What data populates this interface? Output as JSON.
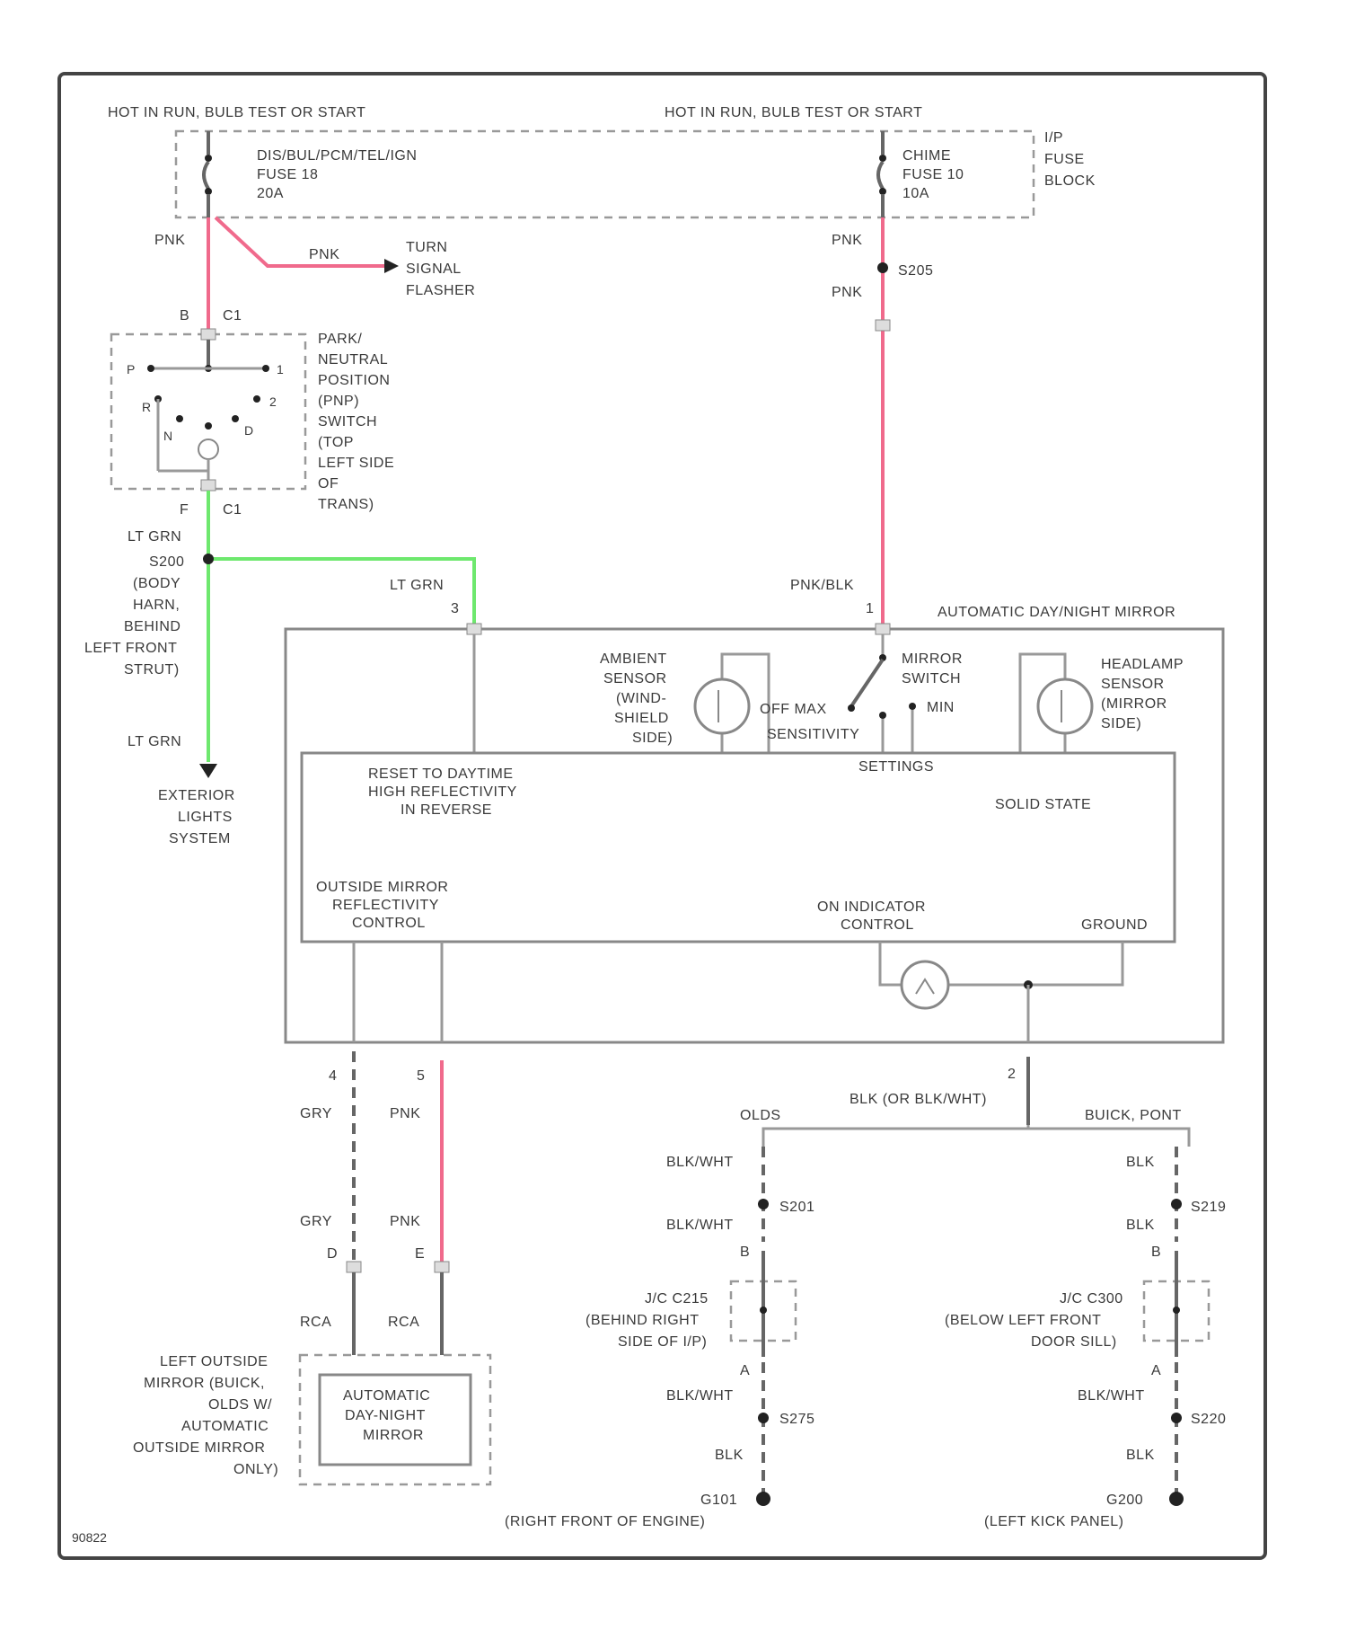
{
  "fuse_block": {
    "hot_left": "HOT IN RUN, BULB TEST OR START",
    "hot_right": "HOT IN RUN, BULB TEST OR START",
    "fuse_left": [
      "DIS/BUL/PCM/TEL/IGN",
      "FUSE 18",
      "20A"
    ],
    "fuse_right": [
      "CHIME",
      "FUSE 10",
      "10A"
    ],
    "block_name": [
      "I/P",
      "FUSE",
      "BLOCK"
    ]
  },
  "wires": {
    "pnk": "PNK",
    "pnk_blk": "PNK/BLK",
    "lt_grn": "LT GRN",
    "gry": "GRY",
    "rca": "RCA",
    "blk": "BLK",
    "blk_wht": "BLK/WHT",
    "blk_or_blkwht": "BLK (OR BLK/WHT)"
  },
  "turn_flasher": [
    "TURN",
    "SIGNAL",
    "FLASHER"
  ],
  "splices": {
    "s205": "S205",
    "s200": [
      "S200",
      "(BODY",
      "HARN,",
      "BEHIND",
      "LEFT FRONT",
      "STRUT)"
    ],
    "s201": "S201",
    "s275": "S275",
    "s219": "S219",
    "s220": "S220"
  },
  "pnp_switch": {
    "name": [
      "PARK/",
      "NEUTRAL",
      "POSITION",
      "(PNP)",
      "SWITCH",
      "(TOP",
      "LEFT SIDE",
      "OF",
      "TRANS)"
    ],
    "conn_top": "B",
    "conn_bottom": "F",
    "conn_id": "C1",
    "positions": [
      "P",
      "R",
      "N",
      "D",
      "2",
      "1"
    ]
  },
  "exterior_lights": [
    "EXTERIOR",
    "LIGHTS",
    "SYSTEM"
  ],
  "mirror": {
    "title": "AUTOMATIC DAY/NIGHT MIRROR",
    "pin1": "1",
    "pin2": "2",
    "pin3": "3",
    "pin4": "4",
    "pin5": "5",
    "ambient": [
      "AMBIENT",
      "SENSOR",
      "(WIND-",
      "SHIELD",
      "SIDE)"
    ],
    "headlamp": [
      "HEADLAMP",
      "SENSOR",
      "(MIRROR",
      "SIDE)"
    ],
    "mirror_switch": [
      "MIRROR",
      "SWITCH"
    ],
    "off_max": "OFF MAX",
    "min": "MIN",
    "sensitivity": "SENSITIVITY",
    "settings": "SETTINGS",
    "reset": [
      "RESET TO DAYTIME",
      "HIGH REFLECTIVITY",
      "IN REVERSE"
    ],
    "solid_state": "SOLID STATE",
    "outside_control": [
      "OUTSIDE MIRROR",
      "REFLECTIVITY",
      "CONTROL"
    ],
    "on_indicator": [
      "ON INDICATOR",
      "CONTROL"
    ],
    "ground": "GROUND"
  },
  "outside_mirror": {
    "pin_d": "D",
    "pin_e": "E",
    "name": [
      "AUTOMATIC",
      "DAY-NIGHT",
      "MIRROR"
    ],
    "location": [
      "LEFT OUTSIDE",
      "MIRROR (BUICK,",
      "OLDS W/",
      "AUTOMATIC",
      "OUTSIDE MIRROR",
      "ONLY)"
    ]
  },
  "ground_branches": {
    "olds": "OLDS",
    "buick_pont": "BUICK, PONT",
    "pin_b": "B",
    "pin_a": "A",
    "jc_c215": [
      "J/C C215",
      "(BEHIND RIGHT",
      "SIDE OF I/P)"
    ],
    "jc_c300": [
      "J/C C300",
      "(BELOW LEFT FRONT",
      "DOOR SILL)"
    ],
    "g101": "G101",
    "g101_loc": "(RIGHT FRONT OF ENGINE)",
    "g200": "G200",
    "g200_loc": "(LEFT KICK PANEL)"
  },
  "figure_id": "90822",
  "colors": {
    "pink_wire": "#f06a8c",
    "green_wire": "#6ee86e"
  }
}
